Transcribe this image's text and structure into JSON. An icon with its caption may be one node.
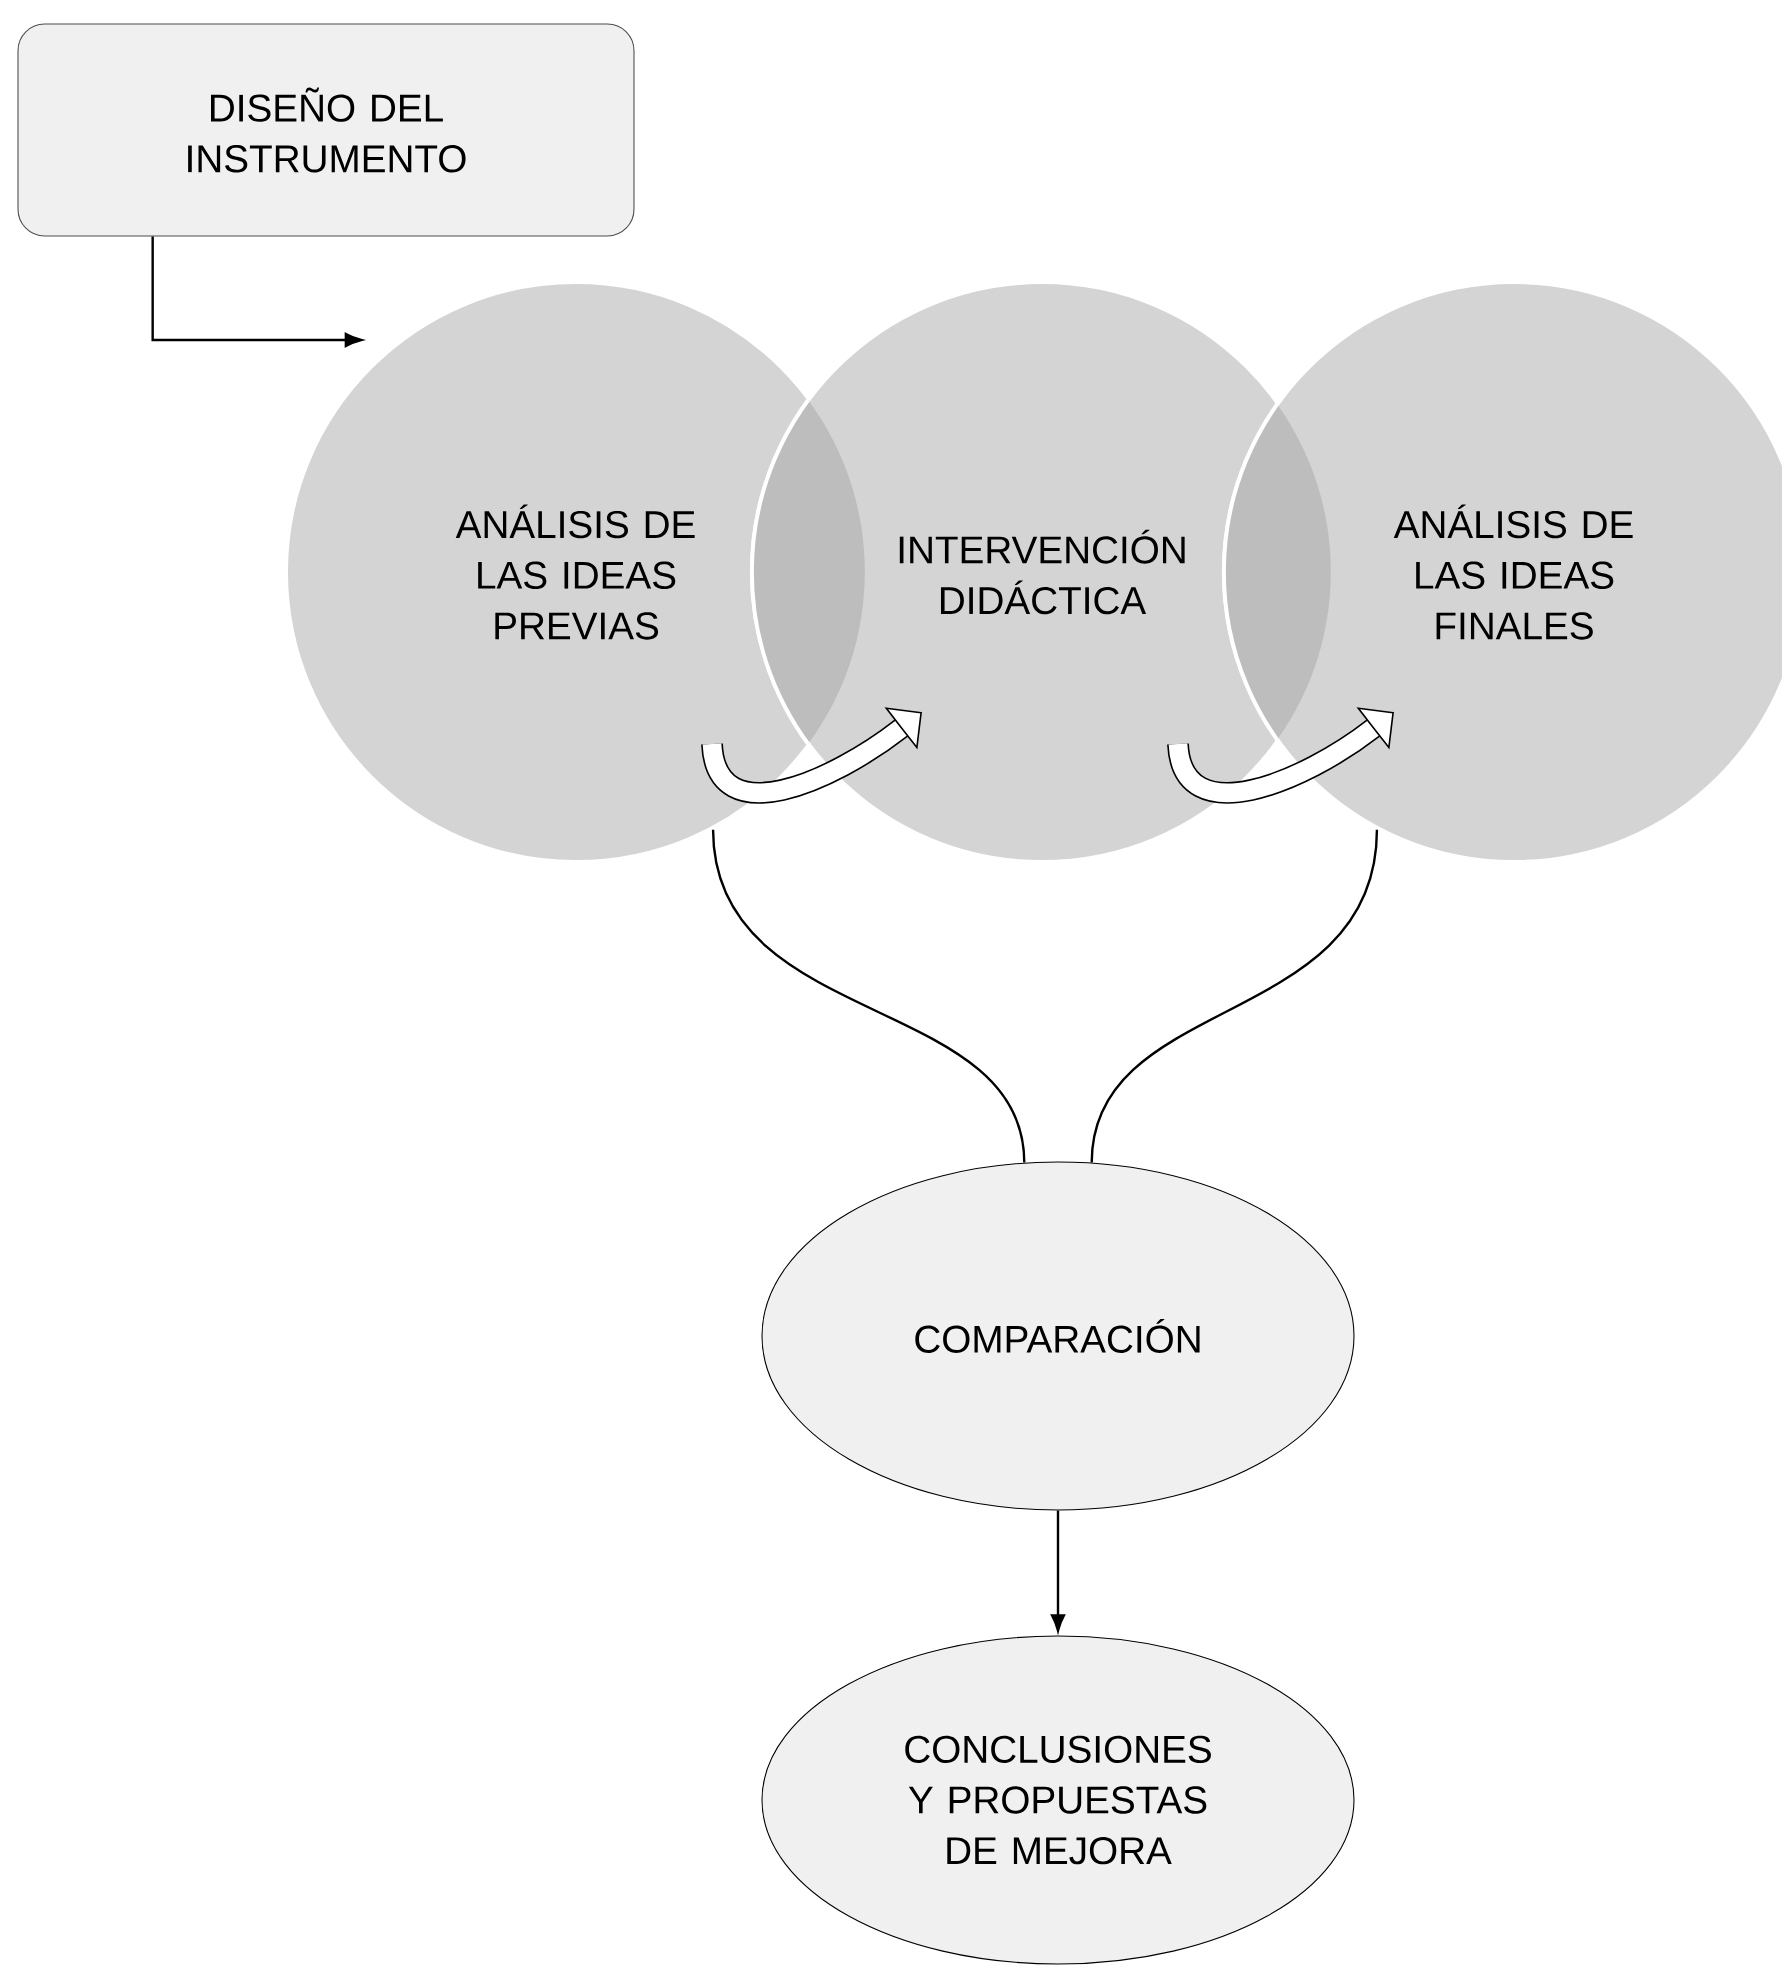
{
  "diagram": {
    "nodes": [
      {
        "text": [
          "DISEÑO DEL INSTRUMENTO"
        ]
      },
      {
        "text": [
          "ANÁLISIS DE LAS IDEAS PREVIAS"
        ]
      },
      {
        "text": [
          "INTERVENCIÓN DIDÁCTICA"
        ]
      },
      {
        "text": [
          "ANÁLISIS DE LAS IDEAS FINALES"
        ]
      },
      {
        "text": [
          "COMPARACIÓN"
        ]
      },
      {
        "text": [
          "CONCLUSIONES Y PROPUESTAS DE MEJORA"
        ]
      }
    ],
    "edges": [
      {
        "from": 0,
        "to": 1,
        "arrow": "to"
      },
      {
        "from": 1,
        "to": 2,
        "arrow": "to",
        "style": "thick"
      },
      {
        "from": 2,
        "to": 3,
        "arrow": "to",
        "style": "thick"
      },
      {
        "from": 1,
        "to": 4,
        "arrow": "none"
      },
      {
        "from": 3,
        "to": 4,
        "arrow": "none"
      },
      {
        "from": 4,
        "to": 5,
        "arrow": "to"
      }
    ]
  }
}
